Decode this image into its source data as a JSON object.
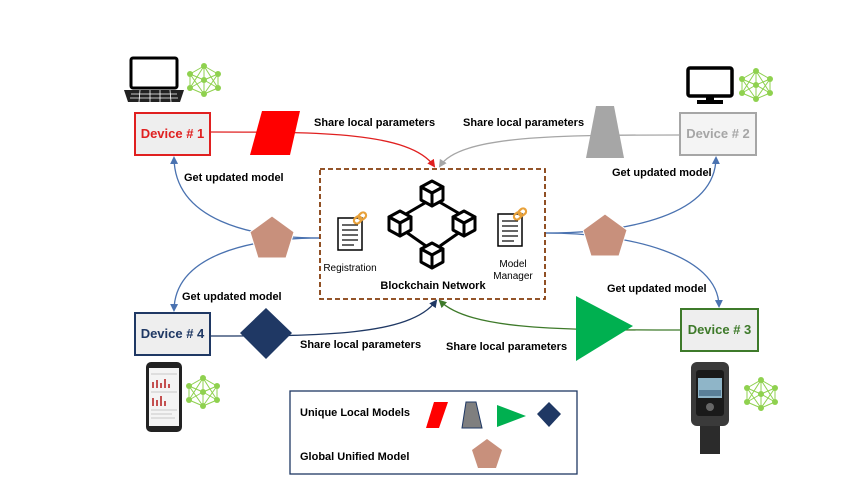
{
  "devices": {
    "d1": {
      "label": "Device # 1",
      "color": "#e02020"
    },
    "d2": {
      "label": "Device # 2",
      "color": "#a6a6a6"
    },
    "d3": {
      "label": "Device # 3",
      "color": "#3e7a2a"
    },
    "d4": {
      "label": "Device # 4",
      "color": "#1f3864"
    }
  },
  "labels": {
    "share_tl": "Share local parameters",
    "share_tr": "Share local parameters",
    "share_bl": "Share local parameters",
    "share_br": "Share local parameters",
    "get_tl": "Get updated model",
    "get_tr": "Get updated model",
    "get_bl": "Get updated model",
    "get_br": "Get updated model"
  },
  "network": {
    "title": "Blockchain  Network",
    "registration": "Registration",
    "model_manager_line1": "Model",
    "model_manager_line2": "Manager",
    "border_color": "#843c0c"
  },
  "legend": {
    "unique": "Unique  Local  Models",
    "global": "Global  Unified  Model"
  },
  "colors": {
    "red": "#ff0000",
    "gray": "#a6a6a6",
    "green": "#00b050",
    "navy": "#1f3864",
    "pentagon": "#c8907c",
    "arrow_blue": "#4a72b0",
    "nn_green": "#8fd14f"
  },
  "icons": [
    "laptop-icon",
    "monitor-icon",
    "smartphone-icon",
    "wearable-camera-icon",
    "neural-network-icon",
    "document-link-icon",
    "blockchain-cubes-icon"
  ]
}
